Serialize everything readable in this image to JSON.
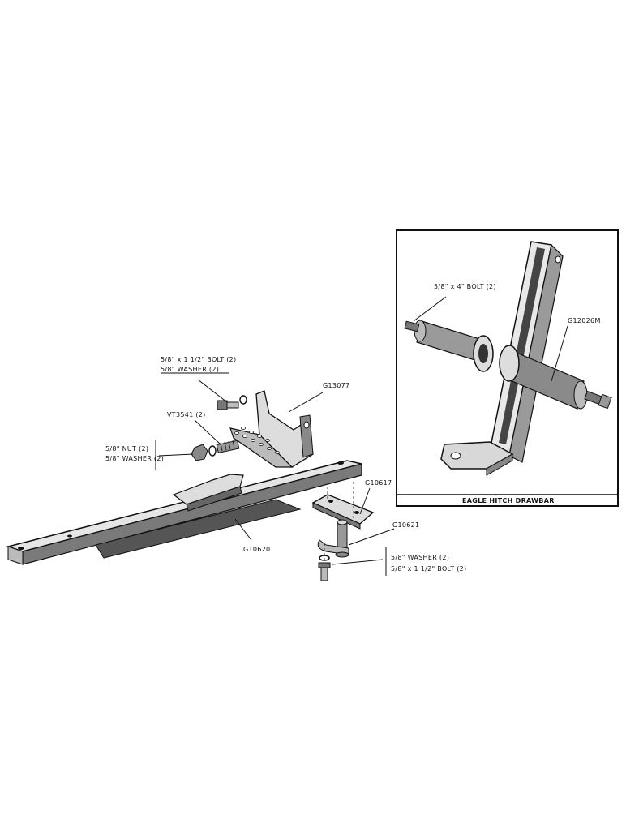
{
  "labels": {
    "bolt_1_1_2": "5/8\" x 1 1/2\" BOLT (2)",
    "washer_upper": "5/8\" WASHER (2)",
    "part_g13077": "G13077",
    "part_vt3541": "VT3541 (2)",
    "nut": "5/8\" NUT (2)",
    "washer_left": "5/8\" WASHER (2)",
    "part_g10617": "G10617",
    "part_g10621": "G10621",
    "part_g10620": "G10620",
    "washer_lower": "5/8\" WASHER (2)",
    "bolt_lower": "5/8\" x 1 1/2\" BOLT (2)",
    "bolt_4": "5/8\" x 4\" BOLT (2)",
    "part_g12026m": "G12026M",
    "inset_caption": "EAGLE HITCH DRAWBAR"
  }
}
